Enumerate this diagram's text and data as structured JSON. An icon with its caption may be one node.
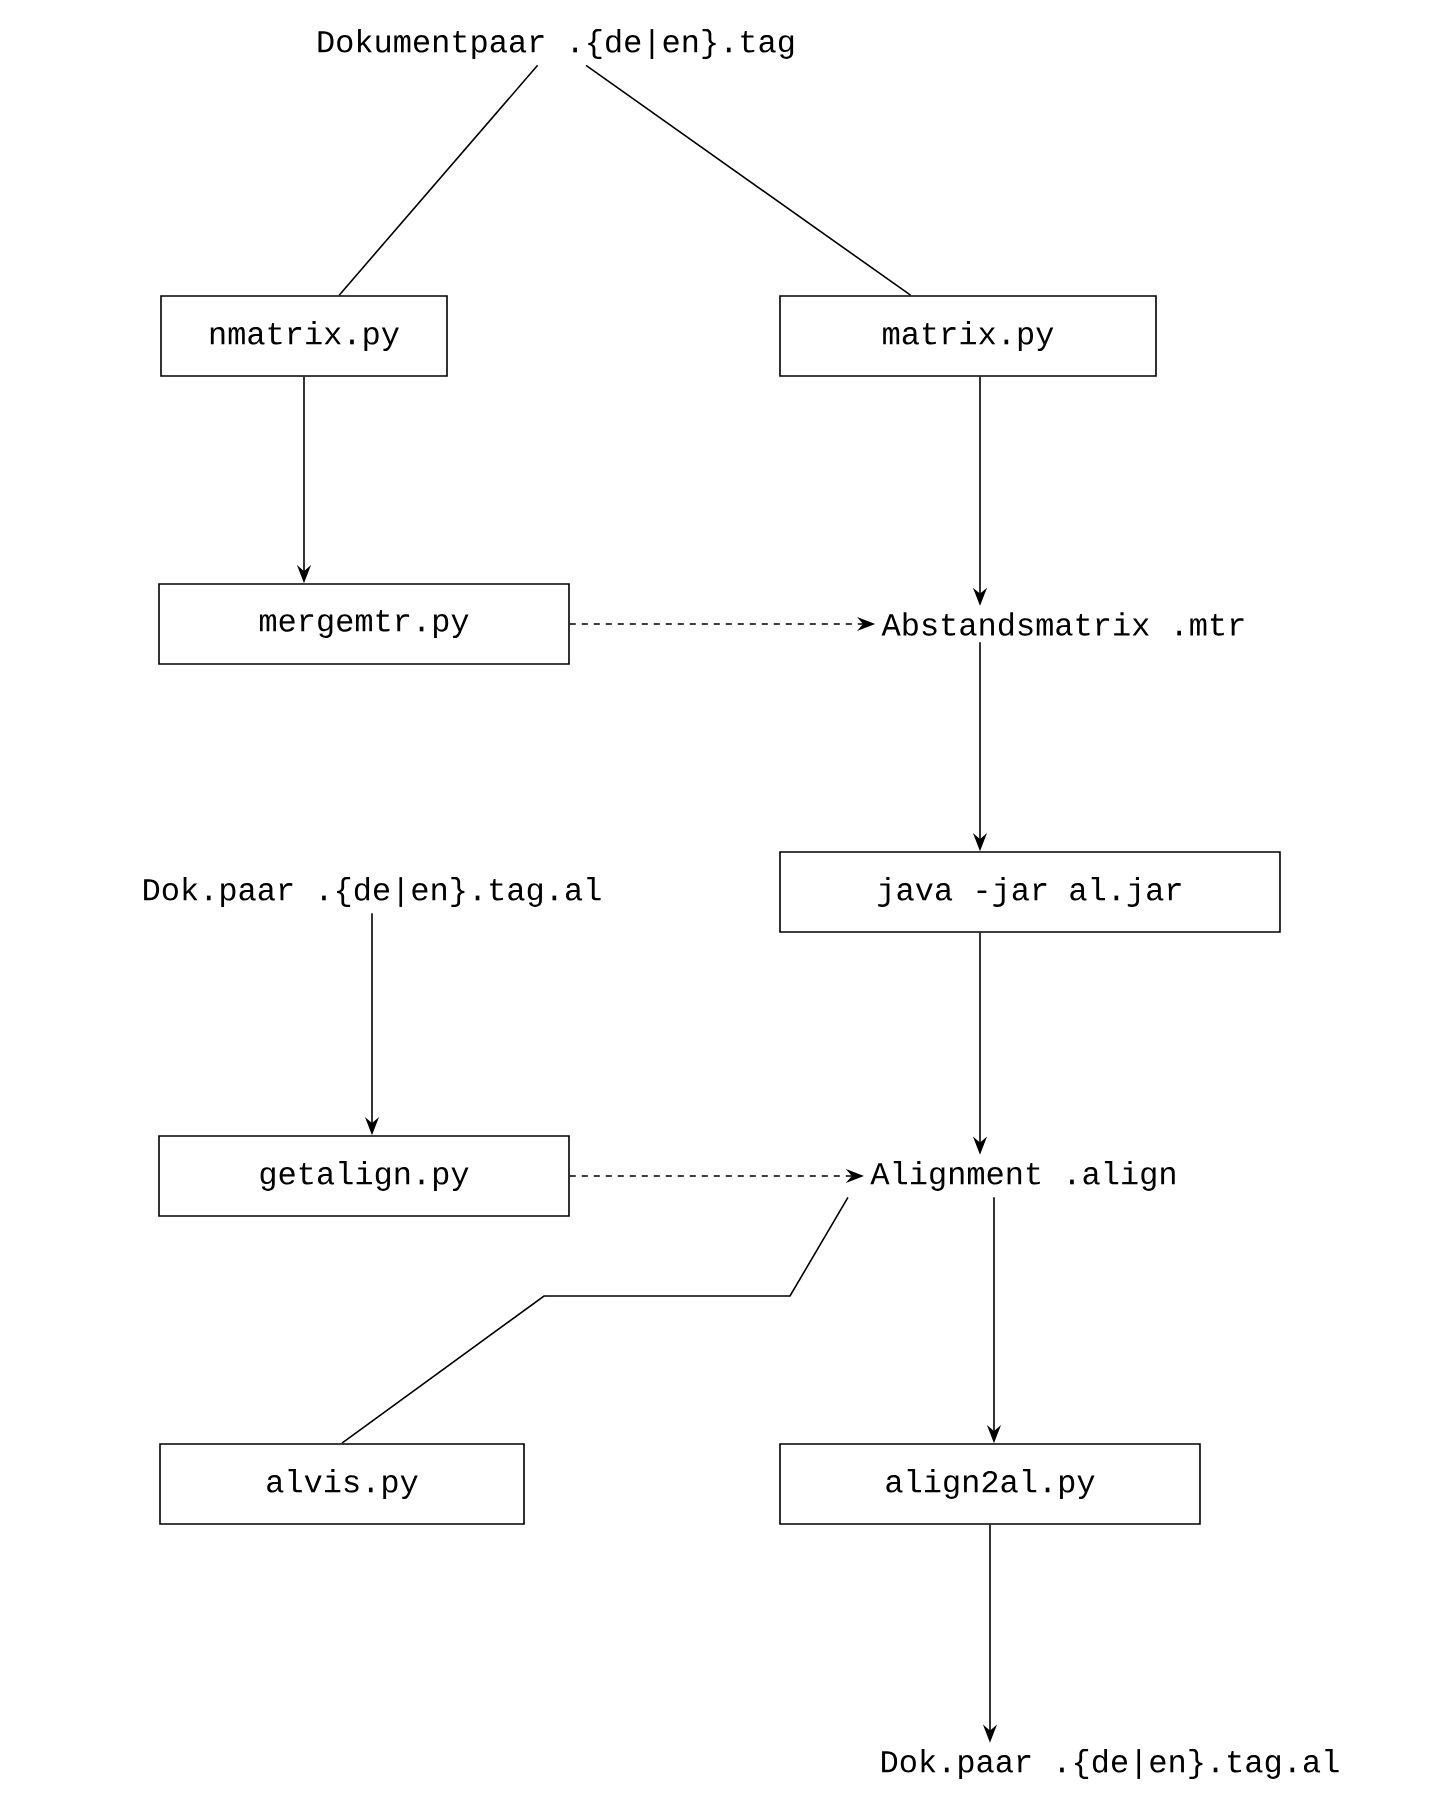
{
  "diagram": {
    "nodes": [
      {
        "text": [
          "Dokumentpaar .{de|en}.tag"
        ]
      },
      {
        "text": [
          "nmatrix.py"
        ]
      },
      {
        "text": [
          "matrix.py"
        ]
      },
      {
        "text": [
          "mergemtr.py"
        ]
      },
      {
        "text": [
          "Abstandsmatrix .mtr"
        ]
      },
      {
        "text": [
          "Dok.paar .{de|en}.tag.al"
        ]
      },
      {
        "text": [
          "java -jar al.jar"
        ]
      },
      {
        "text": [
          "getalign.py"
        ]
      },
      {
        "text": [
          "Alignment .align"
        ]
      },
      {
        "text": [
          "alvis.py"
        ]
      },
      {
        "text": [
          "align2al.py"
        ]
      },
      {
        "text": [
          "Dok.paar .{de|en}.tag.al"
        ]
      }
    ],
    "edges": [
      {
        "from": 0,
        "to": 1,
        "arrow": "none"
      },
      {
        "from": 0,
        "to": 2,
        "arrow": "none"
      },
      {
        "from": 1,
        "to": 3,
        "arrow": "to"
      },
      {
        "from": 2,
        "to": 4,
        "arrow": "to"
      },
      {
        "from": 3,
        "to": 4,
        "arrow": "to",
        "style": "dashed"
      },
      {
        "from": 4,
        "to": 6,
        "arrow": "to"
      },
      {
        "from": 5,
        "to": 7,
        "arrow": "to"
      },
      {
        "from": 6,
        "to": 8,
        "arrow": "to"
      },
      {
        "from": 7,
        "to": 8,
        "arrow": "to",
        "style": "dashed"
      },
      {
        "from": 8,
        "to": 9,
        "arrow": "none"
      },
      {
        "from": 8,
        "to": 10,
        "arrow": "to"
      },
      {
        "from": 10,
        "to": 11,
        "arrow": "to"
      }
    ]
  }
}
